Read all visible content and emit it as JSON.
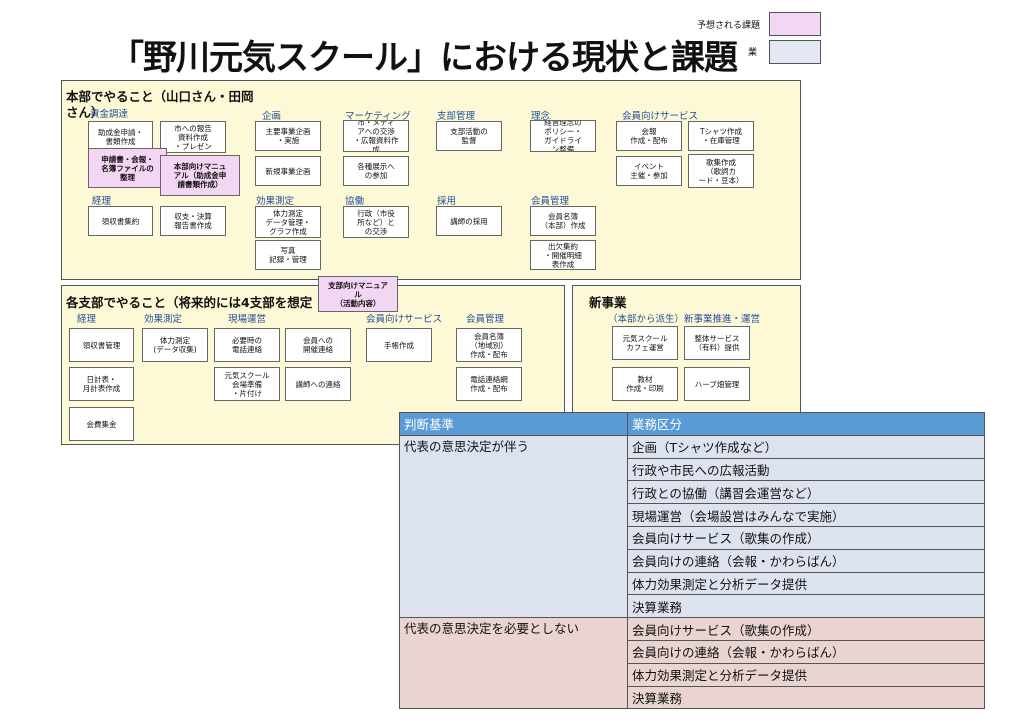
{
  "title": "「野川元気スクール」における現状と課題",
  "legend": {
    "issue_label": "予想される課題",
    "task_label": "業",
    "issue_color": "#f3d6f3",
    "task_color": "#e3e8f4"
  },
  "hq": {
    "title": "本部でやること（山口さん・田岡",
    "title_wrap": "さん）",
    "cat_funding": "資金調達",
    "cat_keiri": "経理",
    "cat_kikaku": "企画",
    "cat_koka": "効果測定",
    "cat_marketing": "マーケティング",
    "cat_kyodo": "協働",
    "cat_shibu": "支部管理",
    "cat_saiyo": "採用",
    "cat_rinen": "理念",
    "cat_kaiin_kanri": "会員管理",
    "cat_kaiin_service": "会員向けサービス",
    "tasks": {
      "joseikin": "助成金申請・\n書類作成",
      "shi_hokoku": "市への報告\n資料作成\n・プレゼン",
      "ryoshusho": "領収書集約",
      "shushi": "収支・決算\n報告書作成",
      "shuyo_kikaku": "主要事業企画\n・実施",
      "shinki_kikaku": "新規事業企画",
      "tairyoku": "体力測定\nデータ管理・\nグラフ作成",
      "shashin": "写真\n記録・管理",
      "media": "市・メディ\nアへの交渉\n・広報資料作\n成",
      "tenji": "各種展示へ\nの参加",
      "gyosei": "行政（市役\n所など）と\nの交渉",
      "shibu_kansa": "支部活動の\n監督",
      "koshi": "講師の採用",
      "rinen_box": "経営理念の\nポリシー・\nガイドライ\nン整備",
      "meibo": "会員名簿\n（本部）作成",
      "shukketsu": "出欠集約\n・開催明細\n表作成",
      "kaiho": "会報\n作成・配布",
      "tshirt": "Tシャツ作成\n・在庫管理",
      "event": "イベント\n主催・参加",
      "kashu": "歌集作成\n（歌詞カ\nード・豆本）"
    },
    "issues": {
      "shinsei": "申請書・会報・\n名簿ファイルの\n整理",
      "manual": "本部向けマニュ\nアル（助成金申\n請書類作成）"
    }
  },
  "branch": {
    "title": "各支部でやること（将来的には4支部を想定",
    "cat_keiri": "経理",
    "cat_koka": "効果測定",
    "cat_genba": "現場運営",
    "cat_service": "会員向けサービス",
    "cat_kanri": "会員管理",
    "issue_manual": "支部向けマニュア\nル\n（活動内容）",
    "tasks": {
      "ryoshusho": "領収書管理",
      "nikkei": "日計表・\n月計表作成",
      "kaihi": "会費集金",
      "tairyoku": "体力測定\n(データ収集)",
      "denwa": "必要時の\n電話連絡",
      "kaiin_renraku": "会員への\n開催連絡",
      "kaijo": "元気スクール\n会場準備\n・片付け",
      "koshi_renraku": "講師への連絡",
      "techo": "手帳作成",
      "meibo": "会員名簿\n（地域別）\n作成・配布",
      "denwamo": "電話連絡網\n作成・配布"
    }
  },
  "new_biz": {
    "title": "新事業",
    "cat": "（本部から派生）新事業推進・運営",
    "tasks": {
      "cafe": "元気スクール\nカフェ運営",
      "seitai": "整体サービス\n（有料）提供",
      "kyozai": "教材\n作成・印刷",
      "herb": "ハーブ畑管理"
    }
  },
  "table": {
    "col1": "判断基準",
    "col2": "業務区分",
    "group_a": "代表の意思決定が伴う",
    "group_b": "代表の意思決定を必要としない",
    "rows_a": [
      "企画（Tシャツ作成など）",
      "行政や市民への広報活動",
      "行政との協働（講習会運営など）",
      "現場運営（会場設営はみんなで実施）",
      "会員向けサービス（歌集の作成）",
      "会員向けの連絡（会報・かわらばん）",
      "体力効果測定と分析データ提供",
      "決算業務"
    ],
    "rows_b": [
      "会員向けサービス（歌集の作成）",
      "会員向けの連絡（会報・かわらばん）",
      "体力効果測定と分析データ提供",
      "決算業務"
    ]
  }
}
